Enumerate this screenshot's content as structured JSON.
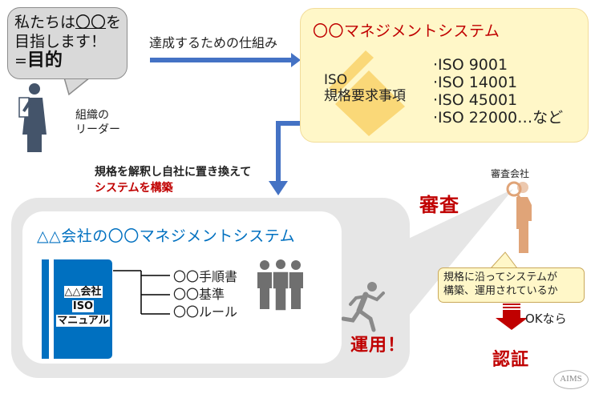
{
  "leader": {
    "bubble_line1_prefix": "私たちは",
    "bubble_line1_target": "〇〇",
    "bubble_line1_suffix": "を",
    "bubble_line2": "目指します！",
    "bubble_line3_prefix": "=",
    "bubble_line3_emphasis": "目的",
    "label_line1": "組織の",
    "label_line2": "リーダー"
  },
  "flow": {
    "top_arrow_label": "達成するための仕組み",
    "down_arrow_label_line1": "規格を解釈し自社に置き換えて",
    "down_arrow_label_line2": "システムを構築"
  },
  "standard_box": {
    "title": "〇〇マネジメントシステム",
    "iso_label_line1": "ISO",
    "iso_label_line2": "規格要求事項",
    "standards": [
      "·ISO 9001",
      "·ISO 14001",
      "·ISO 45001",
      "·ISO 22000…など"
    ]
  },
  "company_system": {
    "title": "△△会社の〇〇マネジメントシステム",
    "manual_line1": "△△会社",
    "manual_line2": "ISO",
    "manual_line3": "マニュアル",
    "documents": [
      "〇〇手順書",
      "〇〇基準",
      "〇〇ルール"
    ],
    "operation_label": "運用！"
  },
  "audit": {
    "audit_label": "審査",
    "auditor_label": "審査会社",
    "callout_line1": "規格に沿ってシステムが",
    "callout_line2": "構築、運用されているか",
    "condition_label": "OKなら",
    "result_label": "認証"
  },
  "logo": {
    "text": "AIMS"
  },
  "colors": {
    "accent_red": "#c00000",
    "accent_blue": "#0070c0",
    "arrow_blue": "#4472c4",
    "yellow_box": "#fff7c8",
    "person_navy": "#44546a",
    "person_gray": "#6f6f6f",
    "auditor_orange": "#e0a478"
  }
}
